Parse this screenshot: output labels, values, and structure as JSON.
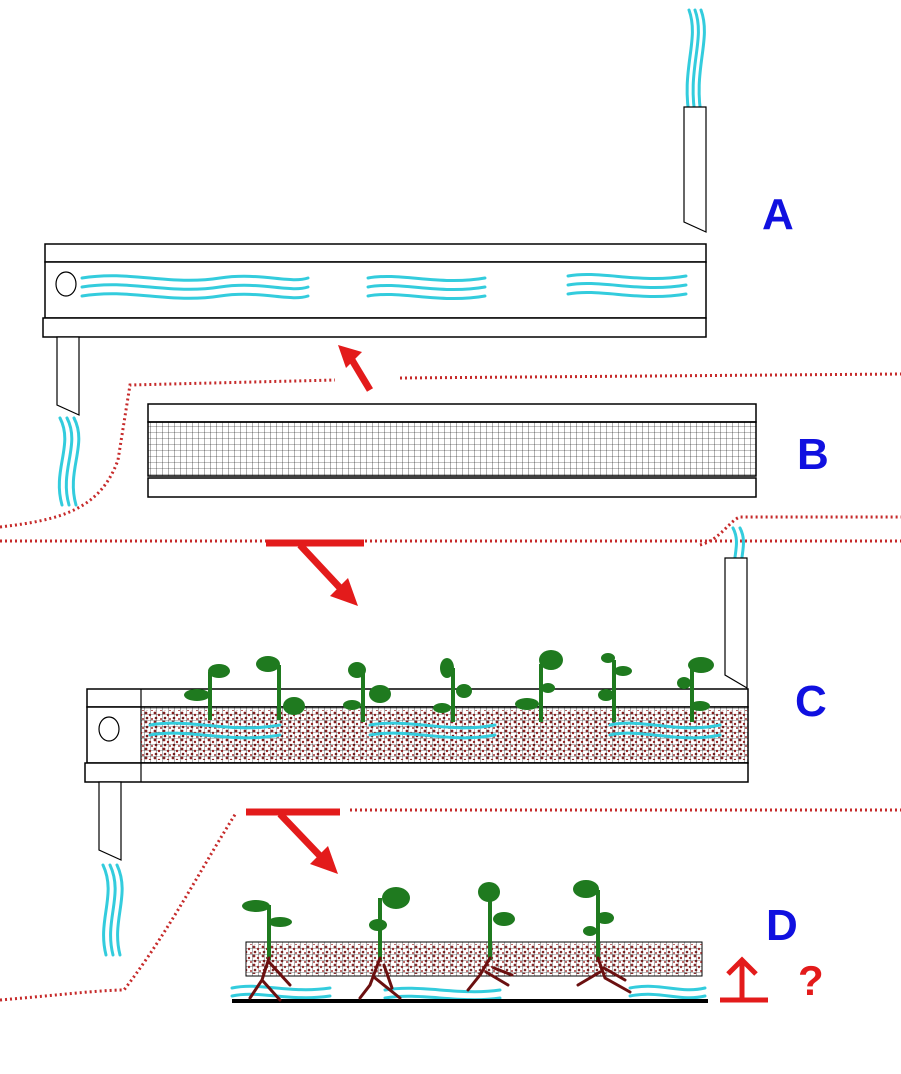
{
  "labels": {
    "a": "A",
    "b": "B",
    "c": "C",
    "d": "D",
    "question": "?"
  },
  "colors": {
    "label_blue": "#1010e0",
    "arrow_red": "#e31b1b",
    "water": "#33ccdd",
    "plant": "#1f7a1f",
    "soil": "#7a1414"
  },
  "icons": {
    "up_arrow": "up-arrow-icon",
    "down_arrow": "down-arrow-icon"
  }
}
